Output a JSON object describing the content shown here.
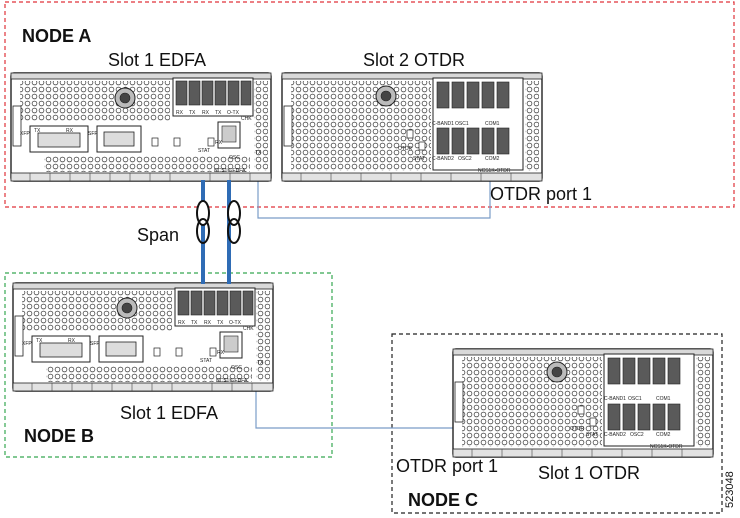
{
  "node_a": {
    "label": "NODE A",
    "slot1_title": "Slot 1 EDFA",
    "slot2_title": "Slot 2 OTDR",
    "otdr_port_label": "OTDR port 1"
  },
  "span_label": "Span",
  "node_b": {
    "label": "NODE B",
    "slot1_title": "Slot 1 EDFA"
  },
  "node_c": {
    "label": "NODE C",
    "slot1_title": "Slot 1 OTDR",
    "otdr_port_label": "OTDR port 1"
  },
  "figure_id": "523048",
  "edfa_card": {
    "model": "NCS1K-EDFA",
    "port_labels": [
      "RX",
      "TX",
      "RX",
      "TX",
      "O-TX",
      "CHK"
    ],
    "xfp": "XFP",
    "sfp": "SFP",
    "tx": "TX",
    "rx": "RX",
    "stat": "STAT",
    "osc": "OSC",
    "osc_tx": "TX",
    "osc_rx": "RX"
  },
  "otdr_card": {
    "model": "NCS1K-OTDR",
    "top_labels": [
      "C-BAND1",
      "OSC1",
      "COM1"
    ],
    "bottom_labels": [
      "C-BAND2",
      "OSC2",
      "COM2"
    ],
    "rx": "RX",
    "tx": "TX",
    "otdr": "OTDR",
    "stat": "STAT"
  },
  "colors": {
    "node_a_border": "#e0333a",
    "node_b_border": "#36a852",
    "node_c_border": "#222222",
    "span_fiber": "#2f6cb5",
    "otdr_link": "#7a9cc8"
  }
}
